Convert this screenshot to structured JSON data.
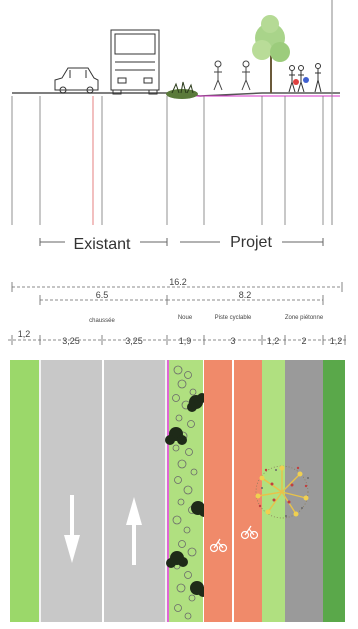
{
  "sections": {
    "existing": "Existant",
    "project": "Projet"
  },
  "dimensions": {
    "total": "16.2",
    "existing_group": "6.5",
    "existing_group_label": "chaussée",
    "project_group": "8.2",
    "segments": [
      {
        "value": "1,2",
        "label": ""
      },
      {
        "value": "3,25",
        "label": ""
      },
      {
        "value": "3,25",
        "label": ""
      },
      {
        "value": "1,9",
        "label": "Noue"
      },
      {
        "value": "3",
        "label": "Piste cyclable"
      },
      {
        "value": "1,2",
        "label": ""
      },
      {
        "value": "2",
        "label": "Zone piétonne"
      },
      {
        "value": "1,2",
        "label": ""
      }
    ]
  },
  "colors": {
    "grass": "#9bd86a",
    "road": "#c8c8c8",
    "bike_lane": "#f08a6a",
    "footpath": "#9a9a9a",
    "dark_green": "#5aa84a",
    "pink_line": "#d633c8"
  }
}
